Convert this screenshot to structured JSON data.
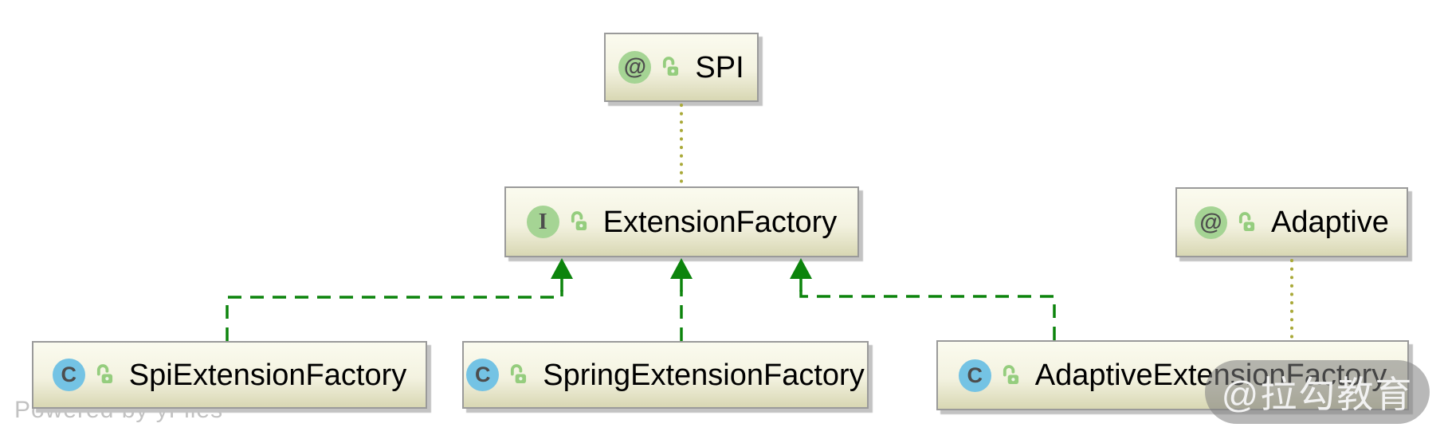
{
  "diagram": {
    "type": "uml-class-diagram",
    "nodes": [
      {
        "id": "spi",
        "label": "SPI",
        "stereotype": "annotation",
        "icon_glyph": "@",
        "type_icon": "annotation-icon",
        "modifier_icon": "open-lock-icon"
      },
      {
        "id": "extension-factory",
        "label": "ExtensionFactory",
        "stereotype": "interface",
        "icon_glyph": "I",
        "type_icon": "interface-icon",
        "modifier_icon": "open-lock-icon"
      },
      {
        "id": "adaptive",
        "label": "Adaptive",
        "stereotype": "annotation",
        "icon_glyph": "@",
        "type_icon": "annotation-icon",
        "modifier_icon": "open-lock-icon"
      },
      {
        "id": "spi-extension-factory",
        "label": "SpiExtensionFactory",
        "stereotype": "class",
        "icon_glyph": "C",
        "type_icon": "class-icon",
        "modifier_icon": "open-lock-icon"
      },
      {
        "id": "spring-extension-factory",
        "label": "SpringExtensionFactory",
        "stereotype": "class",
        "icon_glyph": "C",
        "type_icon": "class-icon",
        "modifier_icon": "open-lock-icon"
      },
      {
        "id": "adaptive-extension-factory",
        "label": "AdaptiveExtensionFactory",
        "stereotype": "class",
        "icon_glyph": "C",
        "type_icon": "class-icon",
        "modifier_icon": "open-lock-icon"
      }
    ],
    "edges": [
      {
        "from": "SpiExtensionFactory",
        "to": "ExtensionFactory",
        "type": "implements",
        "style": "green-dashed-arrow"
      },
      {
        "from": "SpringExtensionFactory",
        "to": "ExtensionFactory",
        "type": "implements",
        "style": "green-dashed-arrow"
      },
      {
        "from": "AdaptiveExtensionFactory",
        "to": "ExtensionFactory",
        "type": "implements",
        "style": "green-dashed-arrow"
      },
      {
        "from": "SPI",
        "to": "ExtensionFactory",
        "type": "annotated-by",
        "style": "olive-dotted"
      },
      {
        "from": "Adaptive",
        "to": "AdaptiveExtensionFactory",
        "type": "annotated-by",
        "style": "olive-dotted"
      }
    ],
    "colors": {
      "implements_green": "#0c840c",
      "annotation_dotted_olive": "#a9a938",
      "node_border": "#9a9a9a",
      "node_fill_top": "#fbfbef",
      "node_fill_bottom": "#d8d7b3",
      "annotation_icon_green": "#a5d494",
      "class_icon_blue": "#74c3e4",
      "lock_icon_green": "#95cd7e",
      "watermark_gray": "#c2c2c2"
    },
    "watermarks": {
      "powered_by": "Powered by yFiles",
      "brand": "@拉勾教育"
    }
  }
}
